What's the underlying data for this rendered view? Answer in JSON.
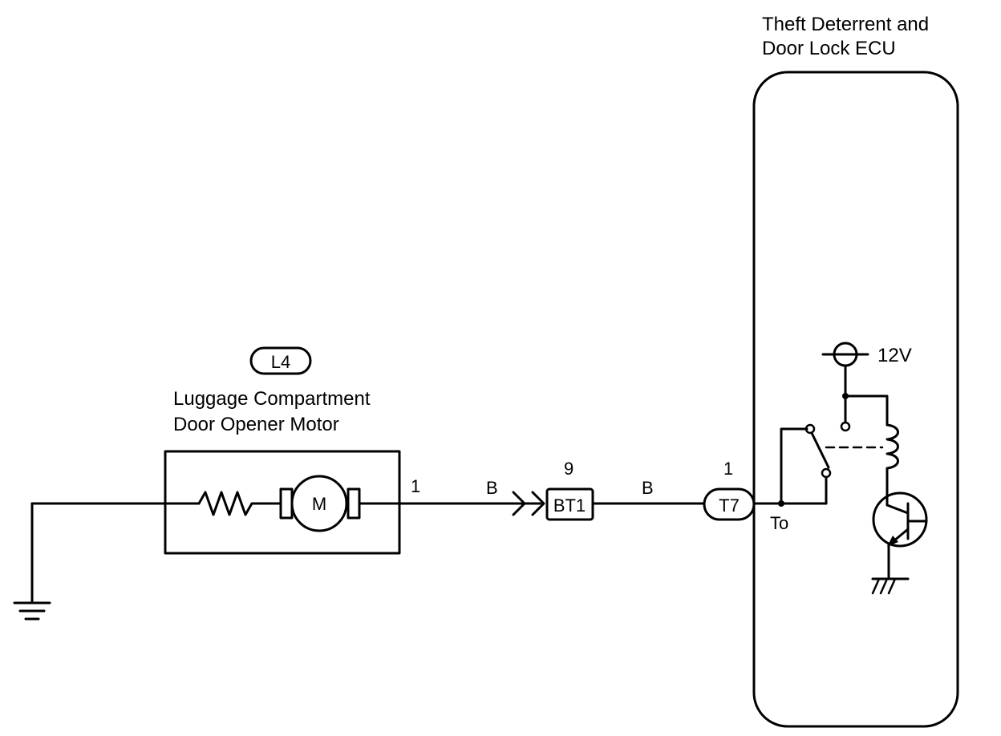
{
  "ecu": {
    "title_line1": "Theft Deterrent and",
    "title_line2": "Door Lock ECU",
    "terminal_name": "To",
    "supply_voltage": "12V"
  },
  "motor": {
    "connector_code": "L4",
    "name_line1": "Luggage Compartment",
    "name_line2": "Door Opener Motor",
    "symbol": "M",
    "pin": "1"
  },
  "junction": {
    "code": "BT1",
    "pin": "9"
  },
  "ecu_connector": {
    "code": "T7",
    "pin": "1"
  },
  "wires": {
    "color_left": "B",
    "color_right": "B"
  }
}
